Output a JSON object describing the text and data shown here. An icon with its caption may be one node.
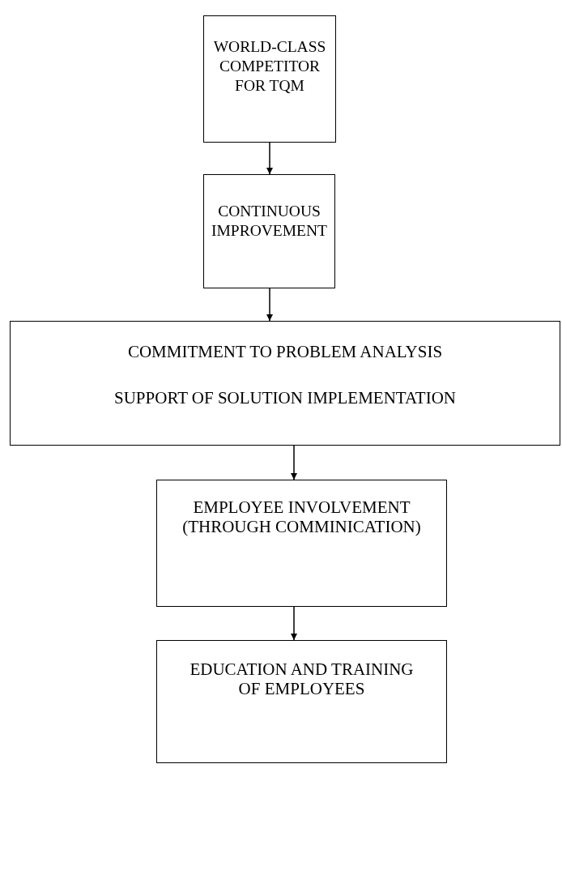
{
  "diagram": {
    "nodes": [
      {
        "text": [
          "WORLD-CLASS COMPETITOR FOR TQM"
        ]
      },
      {
        "text": [
          "CONTINUOUS IMPROVEMENT"
        ]
      },
      {
        "text": [
          "COMMITMENT TO PROBLEM ANALYSIS",
          "SUPPORT OF SOLUTION IMPLEMENTATION"
        ]
      },
      {
        "text": [
          "EMPLOYEE INVOLVEMENT (THROUGH COMMINICATION)"
        ]
      },
      {
        "text": [
          "EDUCATION AND TRAINING OF EMPLOYEES"
        ]
      }
    ],
    "edges": [
      {
        "from": 0,
        "to": 1,
        "arrow": "to"
      },
      {
        "from": 1,
        "to": 2,
        "arrow": "to"
      },
      {
        "from": 2,
        "to": 3,
        "arrow": "to"
      },
      {
        "from": 3,
        "to": 4,
        "arrow": "to"
      }
    ]
  }
}
